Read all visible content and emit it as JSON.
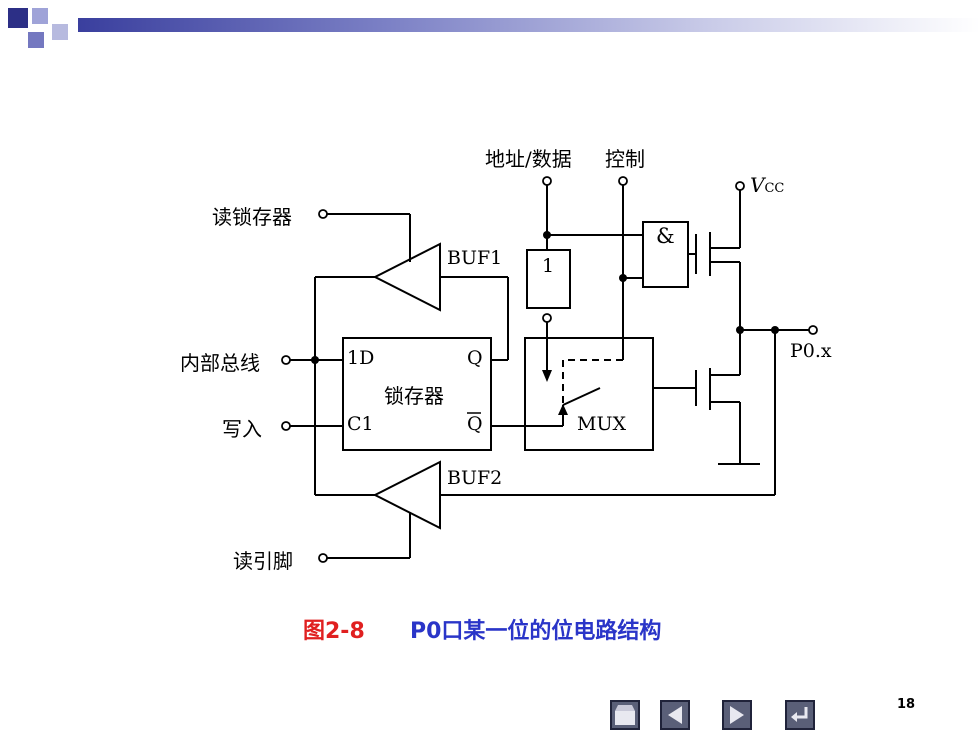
{
  "diagram": {
    "labels": {
      "addr_data": "地址/数据",
      "control": "控制",
      "vcc": "V",
      "vcc_sub": "CC",
      "read_latch": "读锁存器",
      "buf1": "BUF1",
      "inv": "1",
      "and_gate": "&",
      "internal_bus": "内部总线",
      "d_in": "1D",
      "q_out": "Q",
      "latch": "锁存器",
      "write": "写入",
      "c1": "C1",
      "q_bar": "Q",
      "mux": "MUX",
      "p0x": "P0.x",
      "buf2": "BUF2",
      "read_pin": "读引脚"
    }
  },
  "caption": {
    "figure_no": "图2-8",
    "title": "P0口某一位的位电路结构"
  },
  "page_number": "18",
  "colors": {
    "figure_no": "#e02020",
    "title": "#2a35c8",
    "topbar": "#3a3f9e"
  },
  "nav": [
    "home-icon",
    "prev-icon",
    "next-icon",
    "return-icon"
  ]
}
